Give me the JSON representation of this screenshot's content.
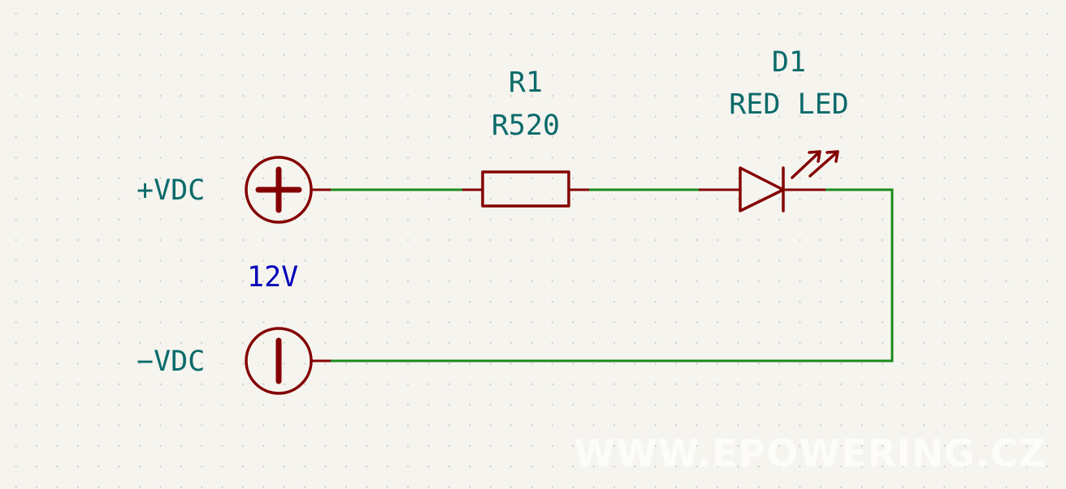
{
  "colors": {
    "background": "#f5f4ef",
    "wire": "#1b8a1b",
    "symbol": "#840000",
    "reference_text": "#0b6a6a",
    "value_text": "#0000b8",
    "watermark": "#ffffff"
  },
  "source": {
    "positive_label": "+VDC",
    "negative_label": "−VDC",
    "value": "12V"
  },
  "resistor": {
    "reference": "R1",
    "value": "R520"
  },
  "led": {
    "reference": "D1",
    "value": "RED LED"
  },
  "watermark": {
    "text": "WWW.EPOWERING.CZ"
  }
}
